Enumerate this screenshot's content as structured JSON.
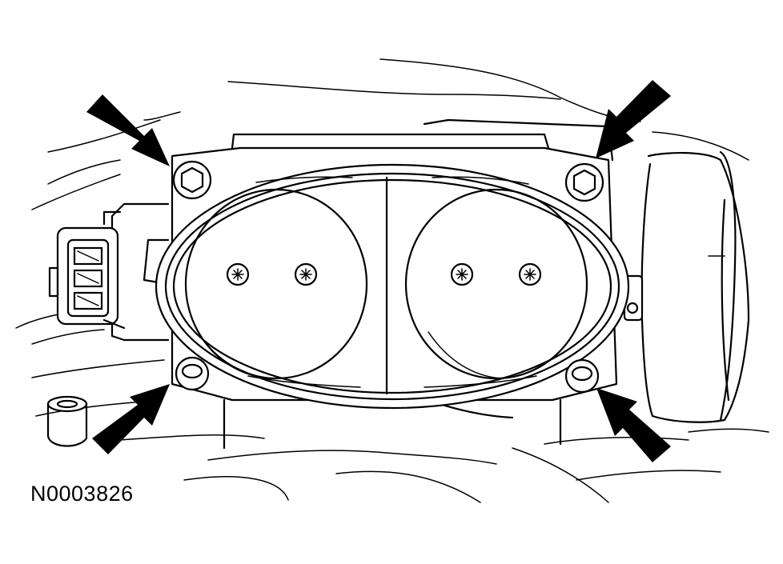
{
  "figure": {
    "id_label": "N0003826"
  },
  "colors": {
    "ink": "#000000",
    "paper": "#ffffff"
  },
  "callouts": {
    "arrow_count": 4,
    "targets": [
      "upper-left-bolt",
      "upper-right-bolt",
      "lower-left-bolt",
      "lower-right-bolt"
    ]
  }
}
